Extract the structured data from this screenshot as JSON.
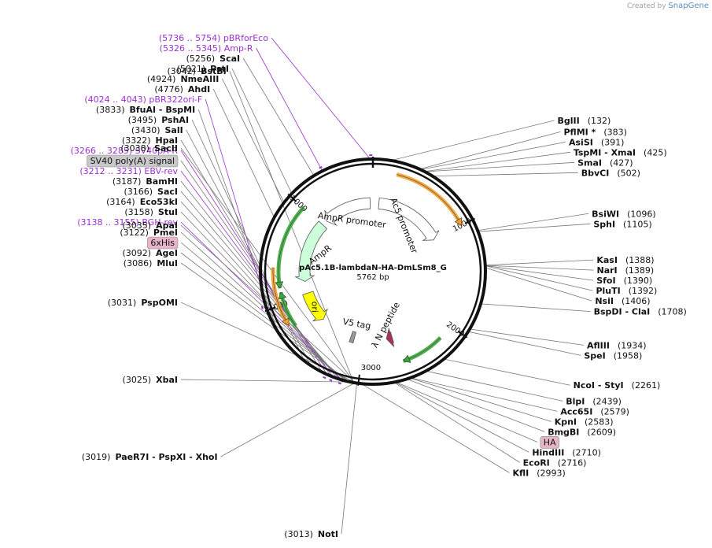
{
  "credit": {
    "prefix": "Created by",
    "brand": "SnapGene"
  },
  "plasmid": {
    "name": "pAc5.1B-lambdaN-HA-DmLSm8_G",
    "length": "5762 bp",
    "total_bp": 5762
  },
  "ticks": [
    {
      "label": "1000",
      "bp": 1000
    },
    {
      "label": "2000",
      "bp": 2000
    },
    {
      "label": "3000",
      "bp": 3000
    },
    {
      "label": "4000",
      "bp": 4000
    },
    {
      "label": "5000",
      "bp": 5000
    }
  ],
  "features": [
    {
      "name": "AmpR",
      "start": 4190,
      "end": 5010,
      "dir": "ccw",
      "color": "#ccffd9",
      "edge": "#555555"
    },
    {
      "name": "AmpR promoter",
      "start": 5080,
      "end": 5725,
      "dir": "ccw",
      "color": "#ffffff",
      "edge": "#555555"
    },
    {
      "name": "Ac5 promoter",
      "start": 80,
      "end": 1000,
      "dir": "cw",
      "color": "#ffffff",
      "edge": "#555555"
    },
    {
      "name": "ori",
      "start": 3620,
      "end": 4030,
      "dir": "ccw",
      "color": "#ffff00",
      "edge": "#555555"
    },
    {
      "name": "V5 tag",
      "start": 3130,
      "end": 3180,
      "dir": "none",
      "color": "#999999",
      "edge": "#555555"
    },
    {
      "name": "λ N peptide",
      "start": 2620,
      "end": 2700,
      "dir": "cw",
      "color": "#a8325e",
      "edge": "#555555"
    }
  ],
  "orfs": [
    {
      "start": 4160,
      "end": 5010,
      "dir": "ccw",
      "color": "#3aa83a"
    },
    {
      "start": 220,
      "end": 1000,
      "dir": "cw",
      "color": "#f0a030"
    },
    {
      "start": 3760,
      "end": 4120,
      "dir": "cw",
      "color": "#3aa83a"
    },
    {
      "start": 3800,
      "end": 4360,
      "dir": "ccw",
      "color": "#f0a030"
    },
    {
      "start": 2150,
      "end": 2580,
      "dir": "cw",
      "color": "#3aa83a"
    }
  ],
  "enzymes": [
    {
      "name": "BglII",
      "pos": "(132)",
      "bp": 132
    },
    {
      "name": "PflMI *",
      "pos": "(383)",
      "bp": 383
    },
    {
      "name": "AsiSI",
      "pos": "(391)",
      "bp": 391
    },
    {
      "name": "TspMI - XmaI",
      "pos": "(425)",
      "bp": 425
    },
    {
      "name": "SmaI",
      "pos": "(427)",
      "bp": 427
    },
    {
      "name": "BbvCI",
      "pos": "(502)",
      "bp": 502
    },
    {
      "name": "BsiWI",
      "pos": "(1096)",
      "bp": 1096
    },
    {
      "name": "SphI",
      "pos": "(1105)",
      "bp": 1105
    },
    {
      "name": "KasI",
      "pos": "(1388)",
      "bp": 1388
    },
    {
      "name": "NarI",
      "pos": "(1389)",
      "bp": 1389
    },
    {
      "name": "SfoI",
      "pos": "(1390)",
      "bp": 1390
    },
    {
      "name": "PluTI",
      "pos": "(1392)",
      "bp": 1392
    },
    {
      "name": "NsiI",
      "pos": "(1406)",
      "bp": 1406
    },
    {
      "name": "BspDI - ClaI",
      "pos": "(1708)",
      "bp": 1708
    },
    {
      "name": "AflIII",
      "pos": "(1934)",
      "bp": 1934
    },
    {
      "name": "SpeI",
      "pos": "(1958)",
      "bp": 1958
    },
    {
      "name": "NcoI - StyI",
      "pos": "(2261)",
      "bp": 2261
    },
    {
      "name": "BlpI",
      "pos": "(2439)",
      "bp": 2439
    },
    {
      "name": "Acc65I",
      "pos": "(2579)",
      "bp": 2579
    },
    {
      "name": "KpnI",
      "pos": "(2583)",
      "bp": 2583
    },
    {
      "name": "BmgBI",
      "pos": "(2609)",
      "bp": 2609
    },
    {
      "name": "HindIII",
      "pos": "(2710)",
      "bp": 2710
    },
    {
      "name": "EcoRI",
      "pos": "(2716)",
      "bp": 2716
    },
    {
      "name": "KflI",
      "pos": "(2993)",
      "bp": 2993
    },
    {
      "name": "NotI",
      "pos": "(3013)",
      "bp": 3013
    },
    {
      "name": "PaeR7I - PspXI - XhoI",
      "pos": "(3019)",
      "bp": 3019
    },
    {
      "name": "XbaI",
      "pos": "(3025)",
      "bp": 3025
    },
    {
      "name": "PspOMI",
      "pos": "(3031)",
      "bp": 3031
    },
    {
      "name": "ApaI",
      "pos": "(3035)",
      "bp": 3035
    },
    {
      "name": "SacII",
      "pos": "(3038)",
      "bp": 3038
    },
    {
      "name": "BstBI",
      "pos": "(3042)",
      "bp": 3042
    },
    {
      "name": "MluI",
      "pos": "(3086)",
      "bp": 3086
    },
    {
      "name": "AgeI",
      "pos": "(3092)",
      "bp": 3092
    },
    {
      "name": "PmeI",
      "pos": "(3122)",
      "bp": 3122
    },
    {
      "name": "StuI",
      "pos": "(3158)",
      "bp": 3158
    },
    {
      "name": "Eco53kI",
      "pos": "(3164)",
      "bp": 3164
    },
    {
      "name": "SacI",
      "pos": "(3166)",
      "bp": 3166
    },
    {
      "name": "BamHI",
      "pos": "(3187)",
      "bp": 3187
    },
    {
      "name": "HpaI",
      "pos": "(3322)",
      "bp": 3322
    },
    {
      "name": "SalI",
      "pos": "(3430)",
      "bp": 3430
    },
    {
      "name": "PshAI",
      "pos": "(3495)",
      "bp": 3495
    },
    {
      "name": "BfuAI - BspMI",
      "pos": "(3833)",
      "bp": 3833
    },
    {
      "name": "AhdI",
      "pos": "(4776)",
      "bp": 4776
    },
    {
      "name": "NmeAIII",
      "pos": "(4924)",
      "bp": 4924
    },
    {
      "name": "PstI",
      "pos": "(5021)",
      "bp": 5021
    },
    {
      "name": "ScaI",
      "pos": "(5256)",
      "bp": 5256
    }
  ],
  "primers": [
    {
      "label": "(5736 .. 5754)  pBRforEco",
      "bp": 5745
    },
    {
      "label": "(5326 .. 5345)  Amp-R",
      "bp": 5335
    },
    {
      "label": "(4024 .. 4043)  pBR322ori-F",
      "bp": 4033
    },
    {
      "label": "(3266 .. 3285)  SV40pA-R",
      "bp": 3275
    },
    {
      "label": "(3212 .. 3231)  EBV-rev",
      "bp": 3221
    },
    {
      "label": "(3138 .. 3155)  BGH-rev",
      "bp": 3146
    }
  ],
  "boxed_labels": [
    {
      "label": "SV40 poly(A) signal",
      "bp": 3240,
      "fill": "#c8c8c8"
    },
    {
      "label": "6xHis",
      "bp": 3110,
      "fill": "#e8b4c8"
    },
    {
      "label": "HA",
      "bp": 2705,
      "fill": "#e8b4c8"
    }
  ]
}
